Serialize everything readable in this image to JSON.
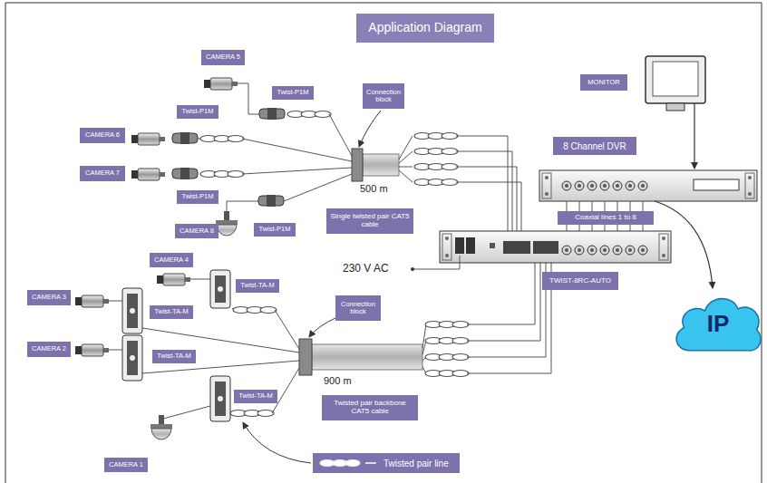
{
  "diagram": {
    "title": "Application Diagram",
    "nodes": [
      {
        "text": [
          "CAMERA 5"
        ]
      },
      {
        "text": [
          "MONITOR"
        ]
      },
      {
        "text": [
          "Connection block"
        ]
      },
      {
        "text": [
          "Twist-P1M"
        ]
      },
      {
        "text": [
          "Twist-P1M"
        ]
      },
      {
        "text": [
          "CAMERA 6"
        ]
      },
      {
        "text": [
          "8 Channel DVR"
        ]
      },
      {
        "text": [
          "CAMERA 7"
        ]
      },
      {
        "text": [
          "Twist-P1M"
        ]
      },
      {
        "text": [
          "Single twisted pair CAT5 cable"
        ]
      },
      {
        "text": [
          "Coaxial lines 1 to 8"
        ]
      },
      {
        "text": [
          "CAMERA 8"
        ]
      },
      {
        "text": [
          "Twist-P1M"
        ]
      },
      {
        "text": [
          "CAMERA 4"
        ]
      },
      {
        "text": [
          "TWIST-8RC-AUTO"
        ]
      },
      {
        "text": [
          "Twist-TA-M"
        ]
      },
      {
        "text": [
          "IP"
        ]
      },
      {
        "text": [
          "CAMERA 3"
        ]
      },
      {
        "text": [
          "Connection block"
        ]
      },
      {
        "text": [
          "Twist-TA-M"
        ]
      },
      {
        "text": [
          "CAMERA 2"
        ]
      },
      {
        "text": [
          "Twist-TA-M"
        ]
      },
      {
        "text": [
          "Twist-TA-M"
        ]
      },
      {
        "text": [
          "Twisted pair backbone CAT5 cable"
        ]
      },
      {
        "text": [
          "CAMERA 1"
        ]
      }
    ],
    "labels": [
      "500 m",
      "900 m",
      "230 V AC"
    ],
    "legend": [
      {
        "text": "Twisted pair line"
      }
    ]
  }
}
